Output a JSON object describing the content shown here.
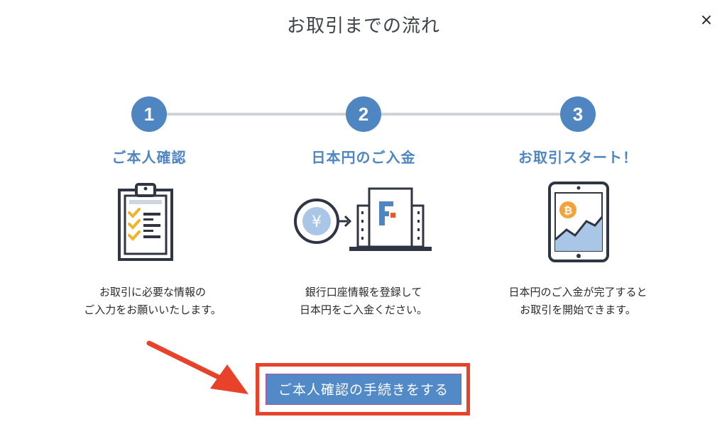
{
  "modal": {
    "title": "お取引までの流れ",
    "close_label": "×"
  },
  "steps": [
    {
      "number": "1",
      "title": "ご本人確認",
      "desc_line1": "お取引に必要な情報の",
      "desc_line2": "ご入力をお願いいたします。",
      "icon": "clipboard-checklist-icon"
    },
    {
      "number": "2",
      "title": "日本円のご入金",
      "desc_line1": "銀行口座情報を登録して",
      "desc_line2": "日本円をご入金ください。",
      "icon": "yen-deposit-icon",
      "yen_symbol": "¥"
    },
    {
      "number": "3",
      "title": "お取引スタート！",
      "desc_line1": "日本円のご入金が完了すると",
      "desc_line2": "お取引を開始できます。",
      "icon": "tablet-bitcoin-chart-icon",
      "btc_symbol": "₿"
    }
  ],
  "cta": {
    "label": "ご本人確認の手続きをする"
  },
  "colors": {
    "accent": "#4f86c2",
    "line": "#cfd2d6",
    "highlight": "#e8432a",
    "icon_dark": "#2f3542",
    "icon_yellow": "#f0b429",
    "bitcoin_orange": "#f2a33a"
  }
}
